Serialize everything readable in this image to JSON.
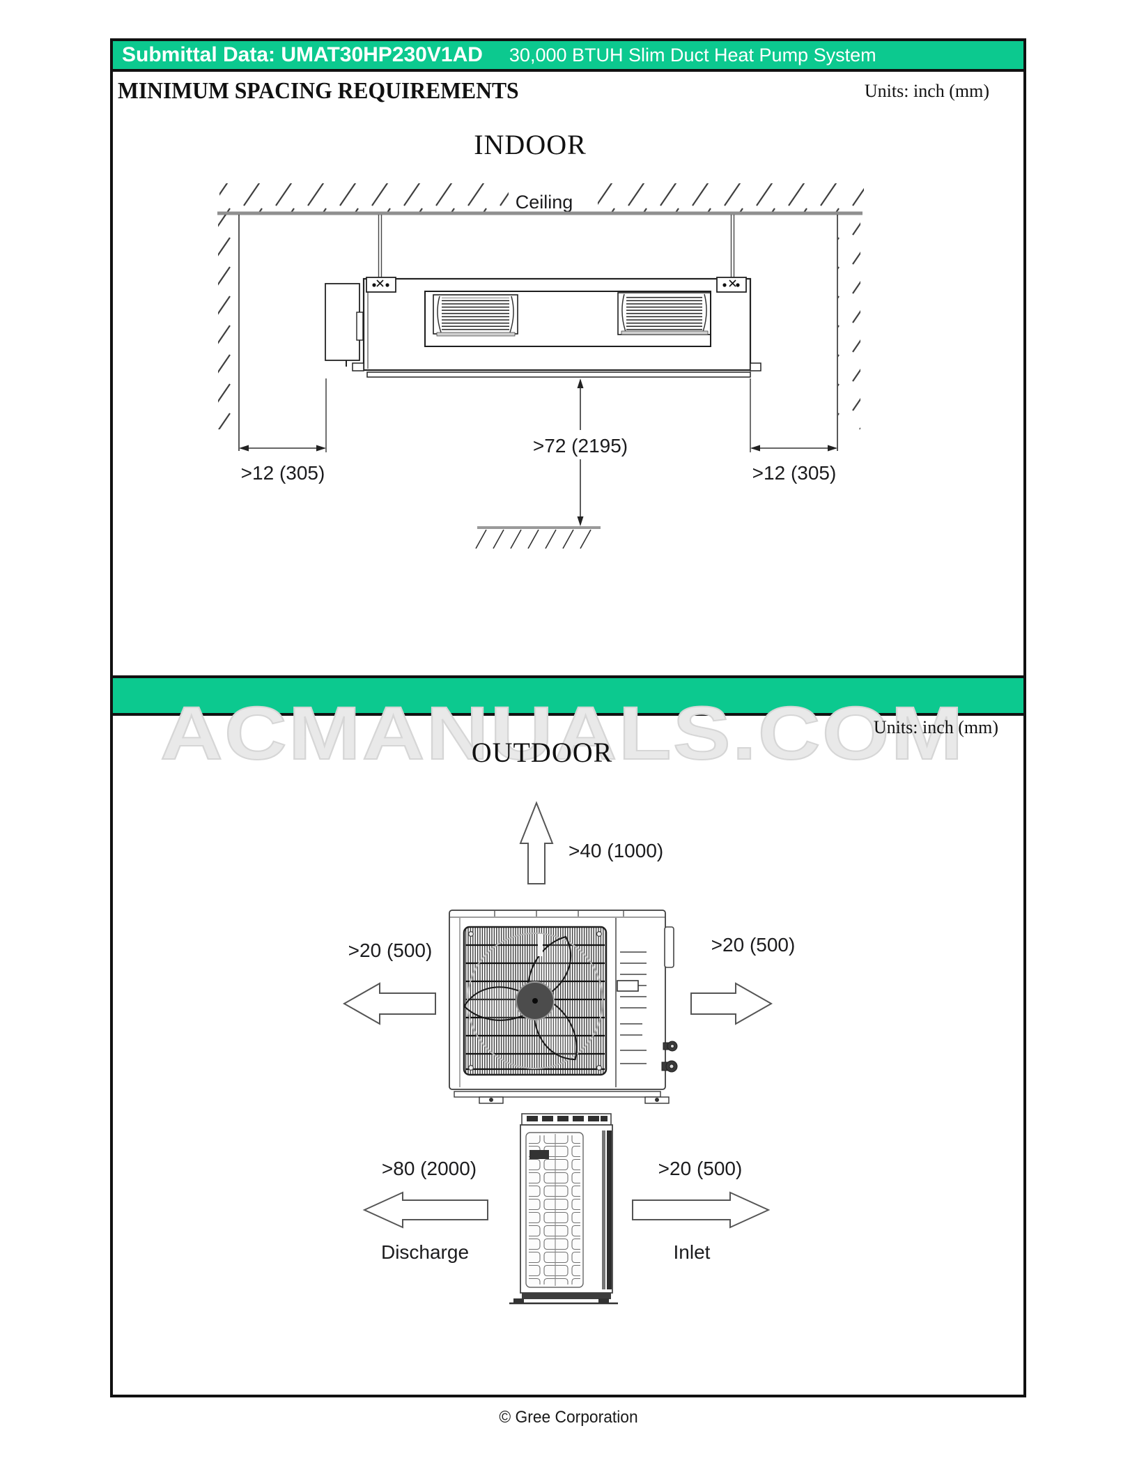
{
  "header": {
    "title": "Submittal Data: UMAT30HP230V1AD",
    "subtitle": "30,000 BTUH Slim Duct Heat Pump System"
  },
  "section_title": "MINIMUM SPACING REQUIREMENTS",
  "watermark": "ACMANUALS.COM",
  "footer": "© Gree Corporation",
  "indoor": {
    "units_note": "Units: inch (mm)",
    "heading": "INDOOR",
    "labels": {
      "ceiling": "Ceiling",
      "clearance_left": ">12 (305)",
      "clearance_right": ">12 (305)",
      "clearance_below": ">72 (2195)"
    }
  },
  "outdoor": {
    "units_note": "Units: inch (mm)",
    "heading": "OUTDOOR",
    "labels": {
      "clearance_top": ">40 (1000)",
      "clearance_left": ">20 (500)",
      "clearance_right": ">20 (500)",
      "clearance_discharge": ">80 (2000)",
      "clearance_inlet": ">20 (500)",
      "discharge": "Discharge",
      "inlet": "Inlet"
    }
  },
  "colors": {
    "accent_green": "#0cc98f",
    "frame_border": "#111111"
  }
}
